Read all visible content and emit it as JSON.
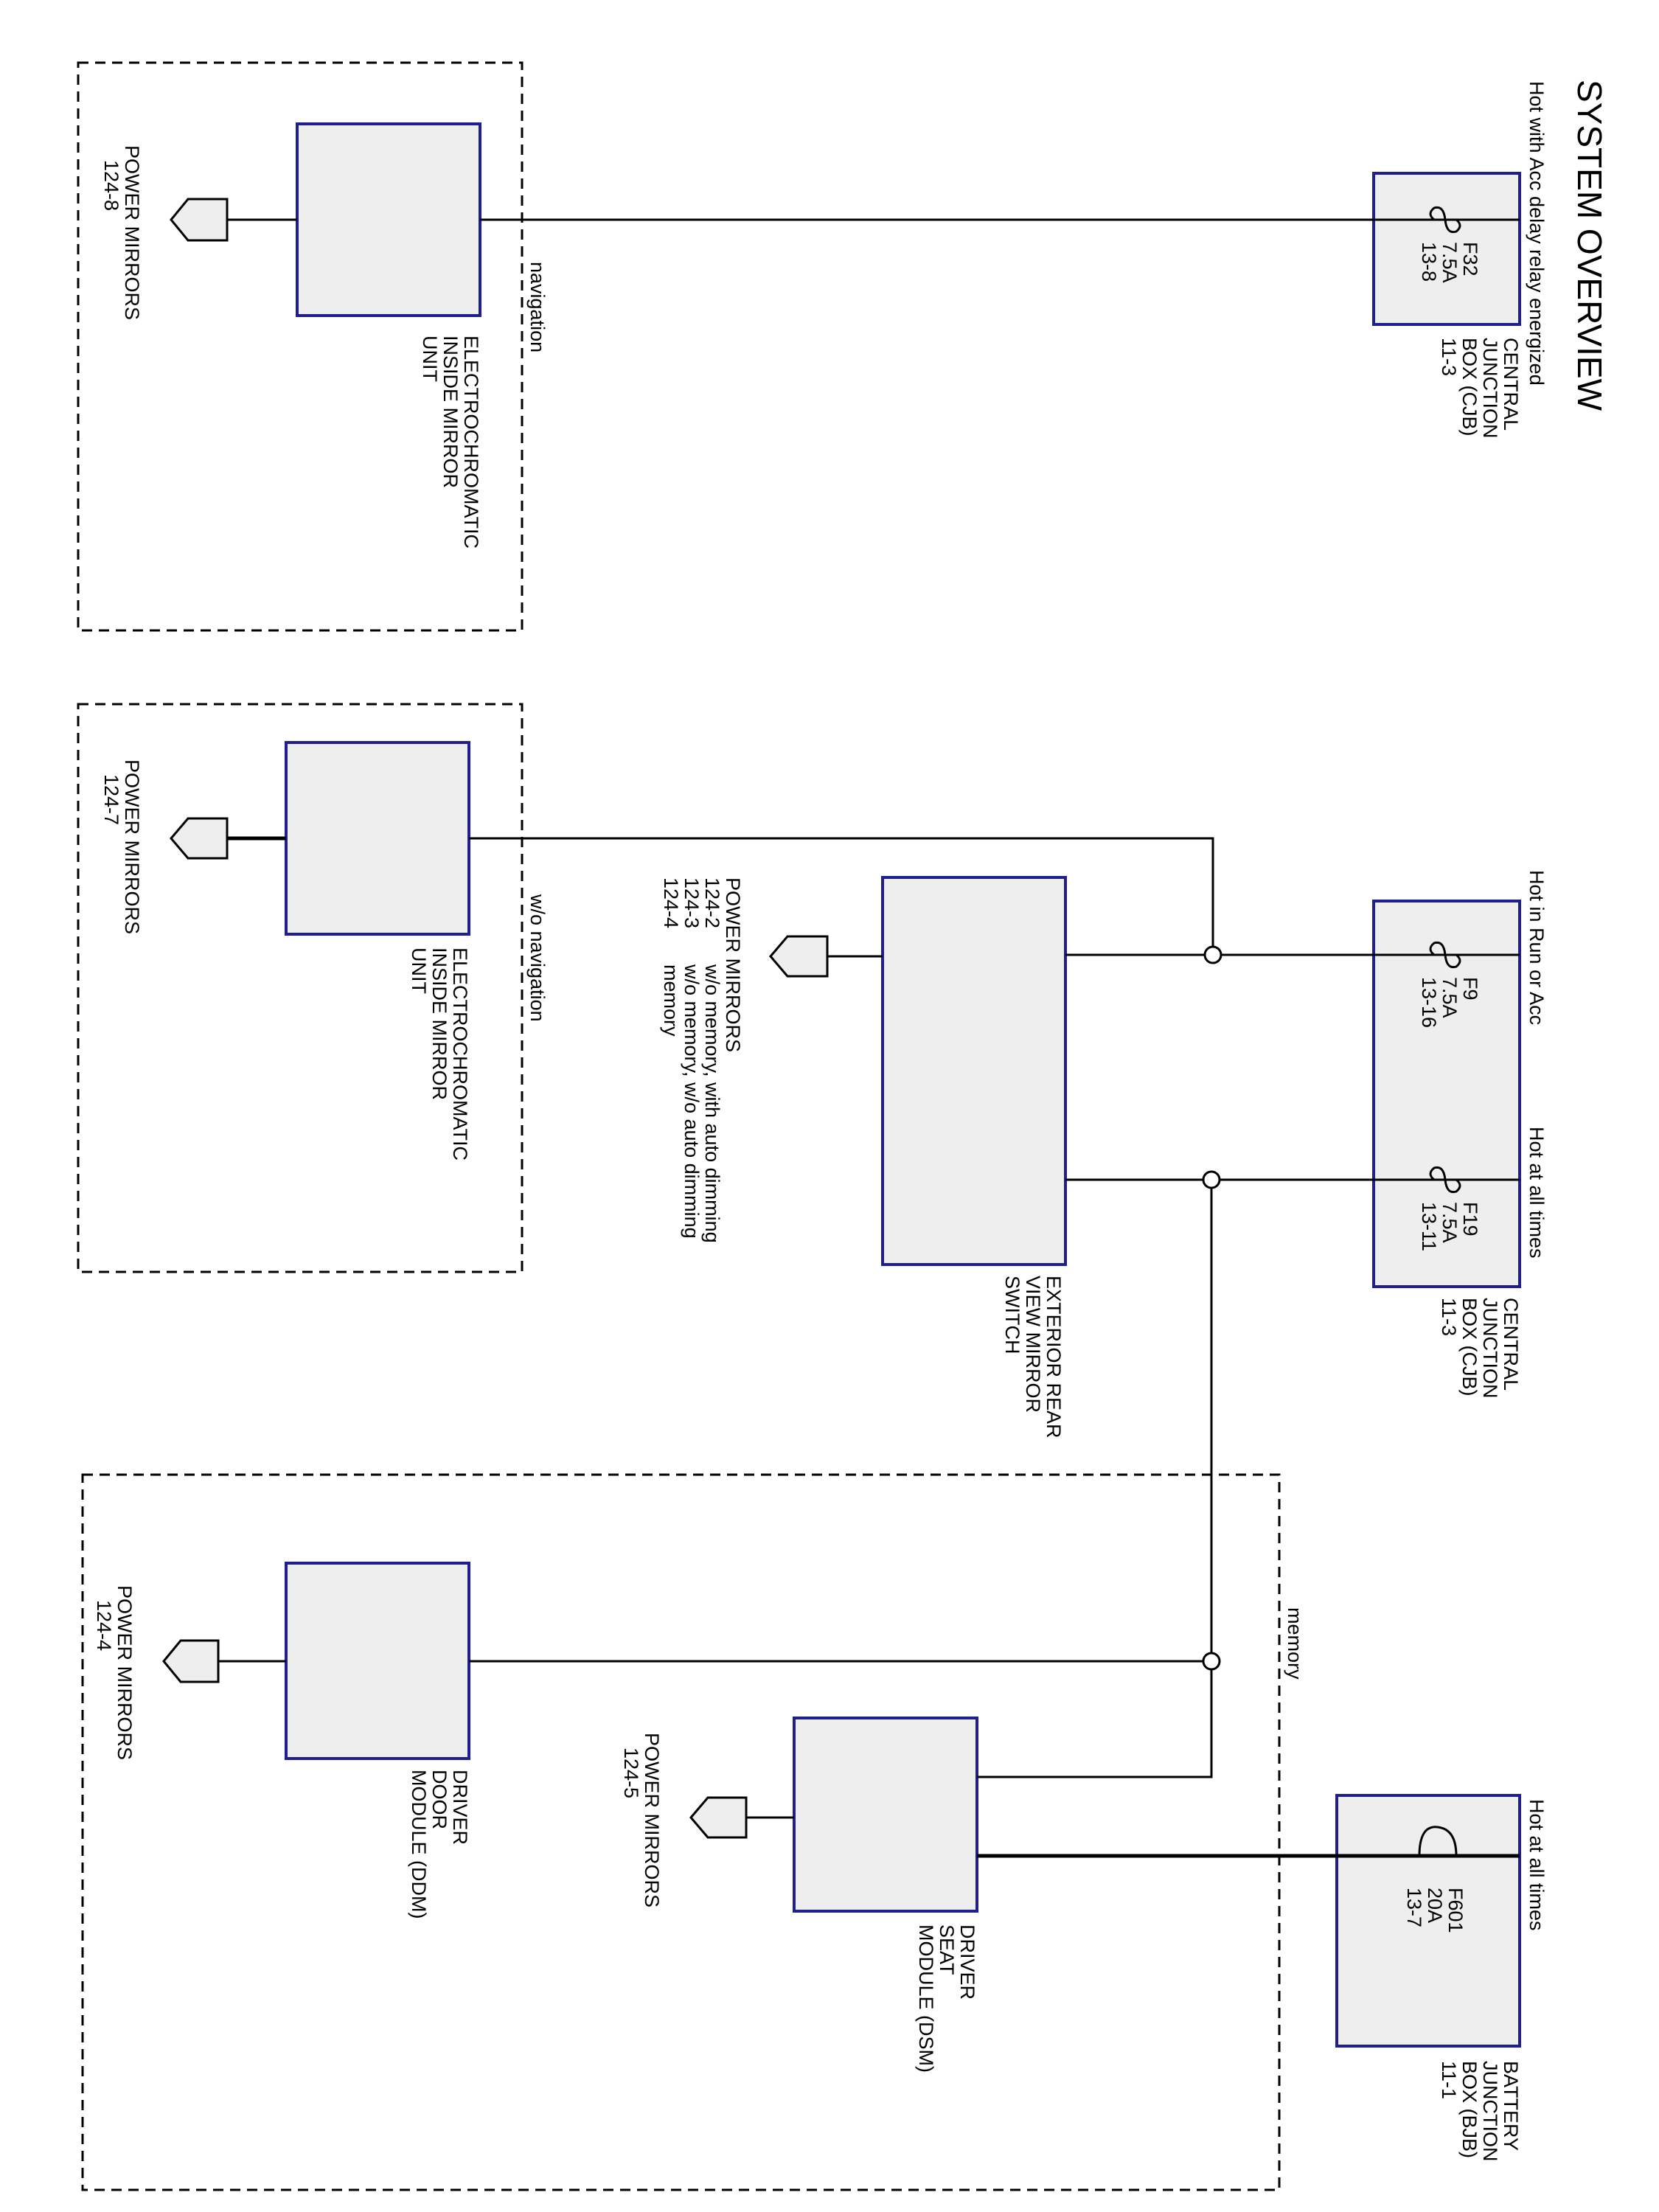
{
  "title": "SYSTEM OVERVIEW",
  "colors": {
    "box_border": "#1f1f8f",
    "box_fill": "#eeeeee",
    "wire": "#000000"
  },
  "power_labels": {
    "acc_delay": "Hot with Acc delay relay energized",
    "run_acc": "Hot in Run or Acc",
    "all_times_1": "Hot at all times",
    "all_times_2": "Hot at all times"
  },
  "junction_boxes": {
    "cjb_top": {
      "lines": [
        "CENTRAL",
        "JUNCTION",
        "BOX (CJB)",
        "11-3"
      ]
    },
    "cjb_mid": {
      "lines": [
        "CENTRAL",
        "JUNCTION",
        "BOX (CJB)",
        "11-3"
      ]
    },
    "bjb": {
      "lines": [
        "BATTERY",
        "JUNCTION",
        "BOX (BJB)",
        "11-1"
      ]
    }
  },
  "fuses": {
    "f32": {
      "lines": [
        "F32",
        "7.5A",
        "13-8"
      ]
    },
    "f9": {
      "lines": [
        "F9",
        "7.5A",
        "13-16"
      ]
    },
    "f19": {
      "lines": [
        "F19",
        "7.5A",
        "13-11"
      ]
    },
    "f601": {
      "lines": [
        "F601",
        "20A",
        "13-7"
      ]
    }
  },
  "options": {
    "navigation": "navigation",
    "wo_navigation": "w/o navigation",
    "memory": "memory"
  },
  "components": {
    "ec_mirror_nav": {
      "lines": [
        "ELECTROCHROMATIC",
        "INSIDE MIRROR",
        "UNIT"
      ]
    },
    "ec_mirror_wo_nav": {
      "lines": [
        "ELECTROCHROMATIC",
        "INSIDE MIRROR",
        "UNIT"
      ]
    },
    "ext_switch": {
      "lines": [
        "EXTERIOR REAR",
        "VIEW MIRROR",
        "SWITCH"
      ]
    },
    "ddm": {
      "lines": [
        "DRIVER",
        "DOOR",
        "MODULE (DDM)"
      ]
    },
    "dsm": {
      "lines": [
        "DRIVER",
        "SEAT",
        "MODULE (DSM)"
      ]
    }
  },
  "refs": {
    "pm_124_8": {
      "lines": [
        "POWER MIRRORS",
        "124-8"
      ]
    },
    "pm_124_7": {
      "lines": [
        "POWER MIRRORS",
        "124-7"
      ]
    },
    "pm_switch": {
      "title": "POWER MIRRORS",
      "rows": [
        {
          "code": "124-2",
          "desc": "w/o memory, with auto dimming"
        },
        {
          "code": "124-3",
          "desc": "w/o memory, w/o auto dimming"
        },
        {
          "code": "124-4",
          "desc": "memory"
        }
      ]
    },
    "pm_124_4": {
      "lines": [
        "POWER MIRRORS",
        "124-4"
      ]
    },
    "pm_124_5": {
      "lines": [
        "POWER MIRRORS",
        "124-5"
      ]
    }
  }
}
